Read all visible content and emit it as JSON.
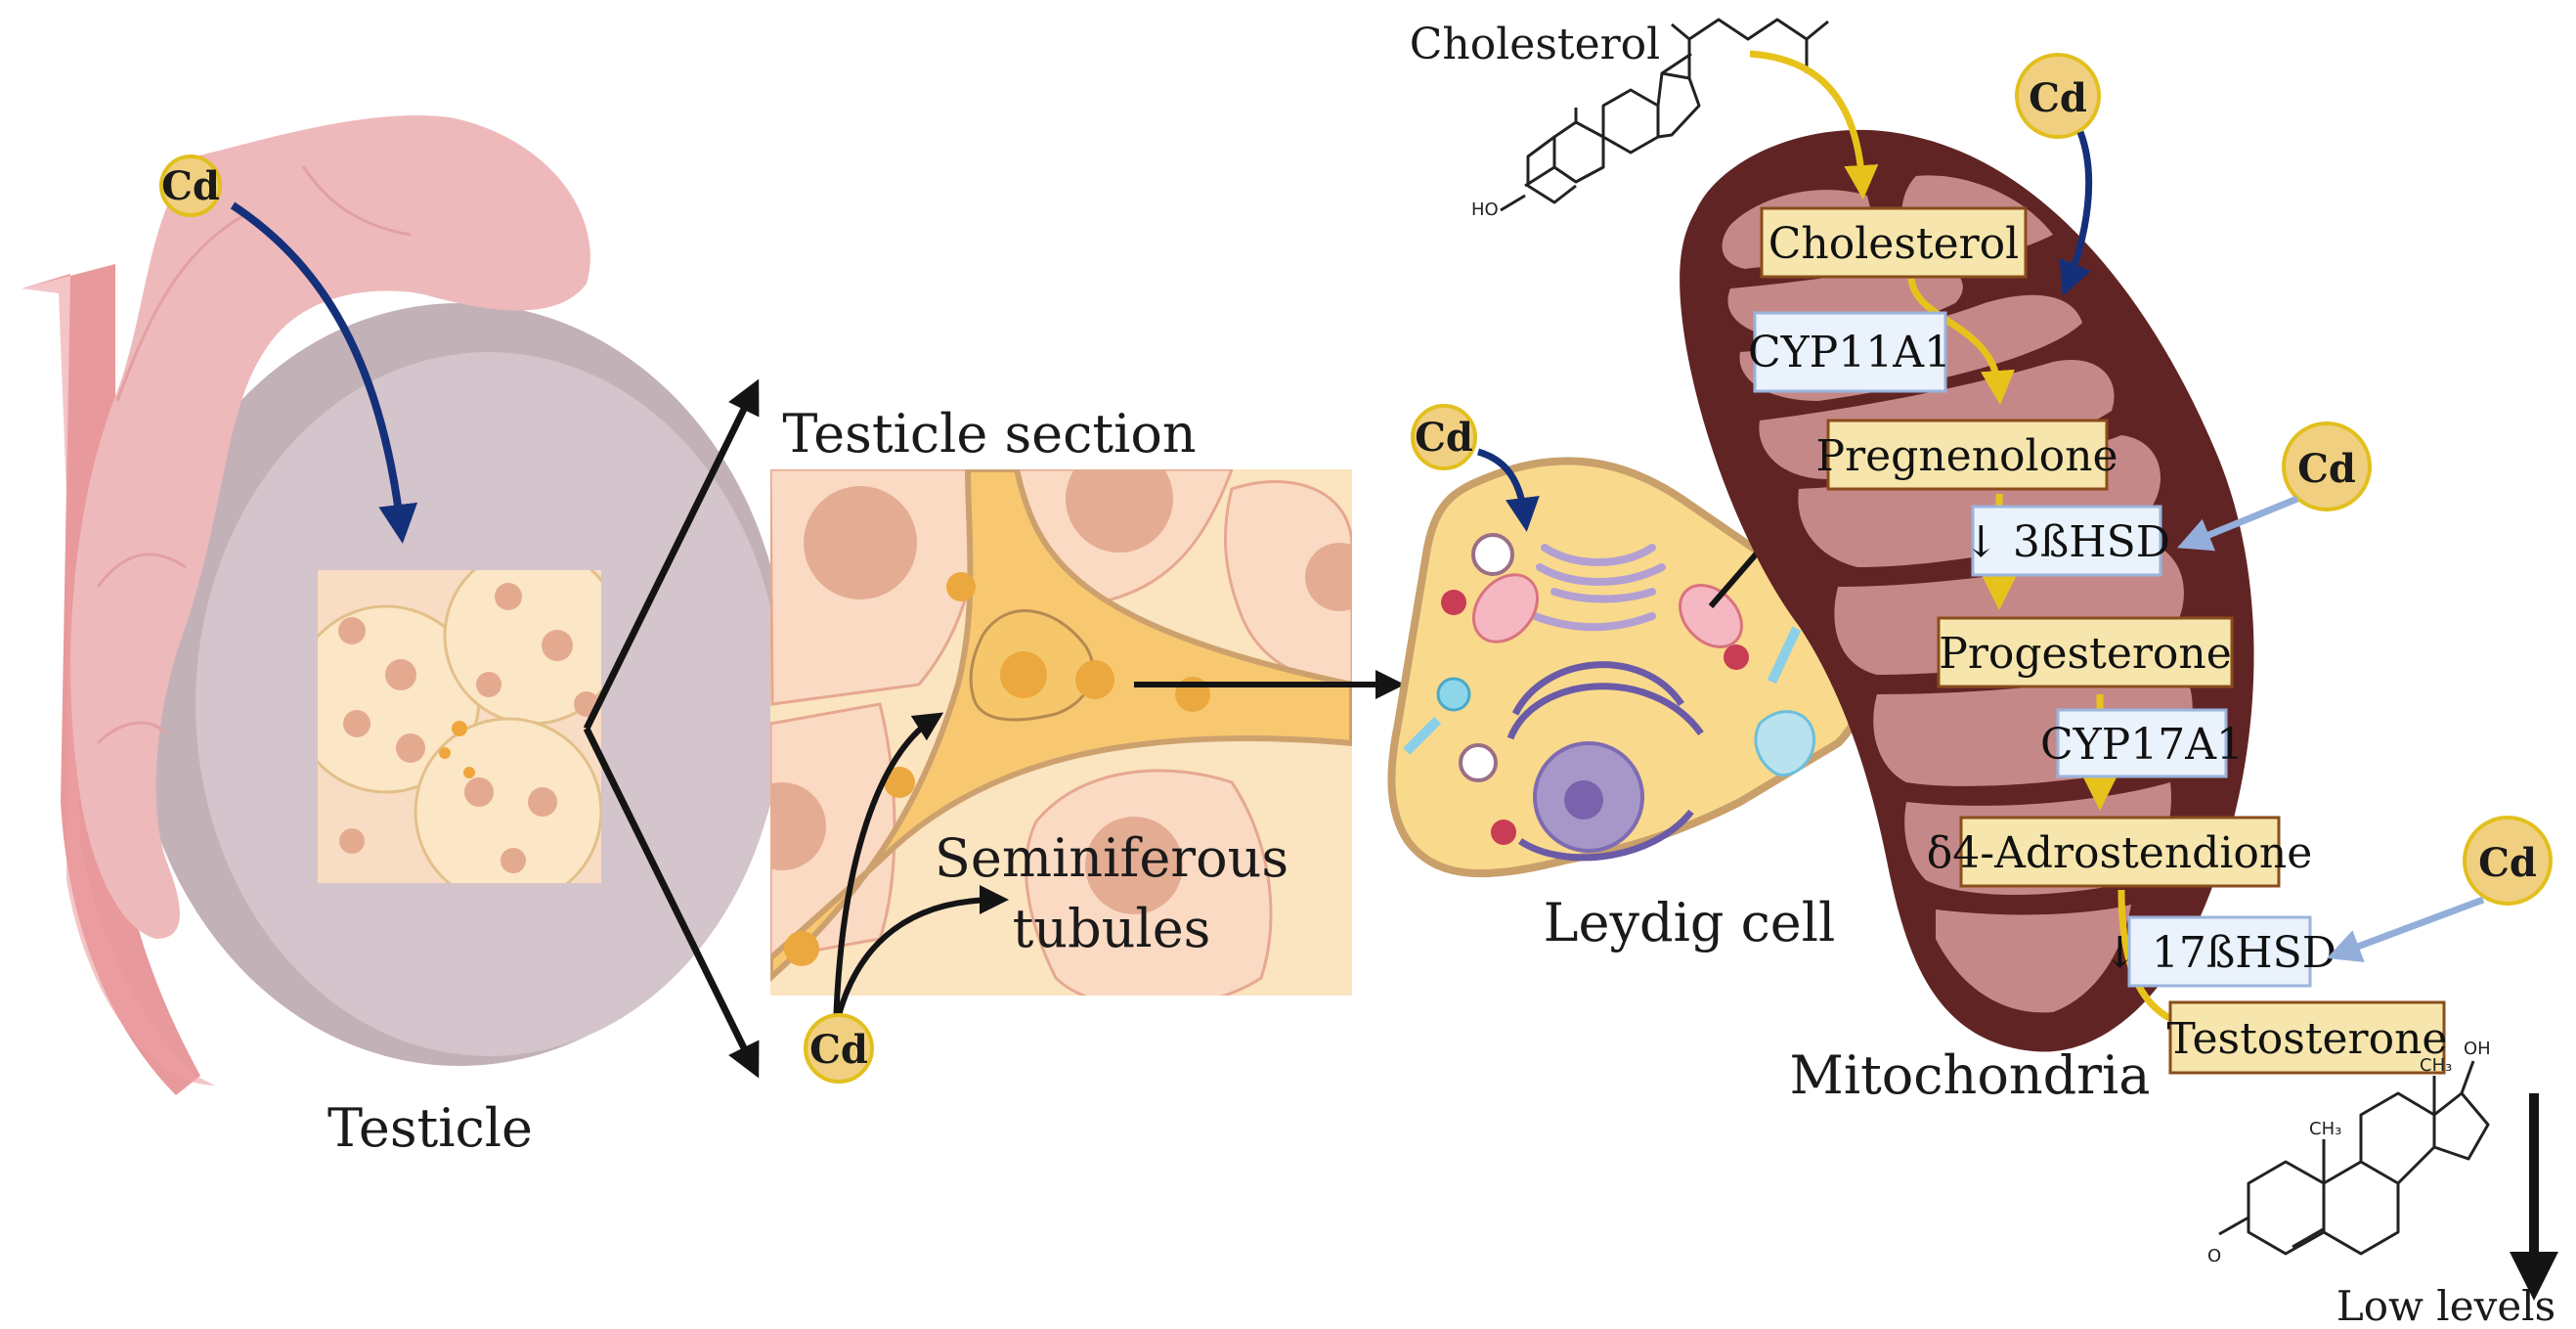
{
  "colors": {
    "cd_fill": "#f0d080",
    "cd_stroke": "#e2bf1e",
    "navy_arrow": "#14307a",
    "light_blue_arrow": "#94aedb",
    "yellow_arrow": "#e7c21b",
    "black_arrow": "#141414",
    "substrate_fill": "#f6e6ad",
    "substrate_stroke": "#8a4d1c",
    "enzyme_fill": "#eaf2fc",
    "enzyme_stroke": "#9ab4dc",
    "mito_outer": "#612424",
    "mito_inner": "#c58888",
    "testicle_body": "#d4c4cb",
    "epididymis": "#ecaeb0",
    "leydig_fill": "#f9d98c",
    "leydig_stroke": "#c9a06a"
  },
  "labels": {
    "testicle": "Testicle",
    "testicle_section": "Testicle section",
    "seminiferous_line1": "Seminiferous",
    "seminiferous_line2": "tubules",
    "leydig_cell": "Leydig cell",
    "mitochondria": "Mitochondria",
    "cholesterol_molecule": "Cholesterol",
    "low_levels": "Low levels"
  },
  "cadmium": {
    "symbol": "Cd",
    "markers": [
      {
        "id": "testicle",
        "label": "Cd"
      },
      {
        "id": "section",
        "label": "Cd"
      },
      {
        "id": "leydig",
        "label": "Cd"
      },
      {
        "id": "mitochondria",
        "label": "Cd"
      },
      {
        "id": "3bhsd",
        "label": "Cd"
      },
      {
        "id": "17bhsd",
        "label": "Cd"
      }
    ]
  },
  "pathway": {
    "substrates": [
      {
        "id": "cholesterol",
        "label": "Cholesterol"
      },
      {
        "id": "pregnenolone",
        "label": "Pregnenolone"
      },
      {
        "id": "progesterone",
        "label": "Progesterone"
      },
      {
        "id": "androstenedione",
        "label": "δ4-Adrostendione"
      },
      {
        "id": "testosterone",
        "label": "Testosterone"
      }
    ],
    "enzymes": [
      {
        "id": "cyp11a1",
        "label": "CYP11A1"
      },
      {
        "id": "3bhsd",
        "label": "↓ 3ßHSD"
      },
      {
        "id": "cyp17a1",
        "label": "CYP17A1"
      },
      {
        "id": "17bhsd",
        "label": "↓ 17ßHSD"
      }
    ]
  },
  "chemistry": {
    "cholesterol_ho": "HO",
    "testosterone_o": "O",
    "testosterone_ch3_a": "CH₃",
    "testosterone_ch3_b": "CH₃",
    "testosterone_oh": "OH"
  }
}
